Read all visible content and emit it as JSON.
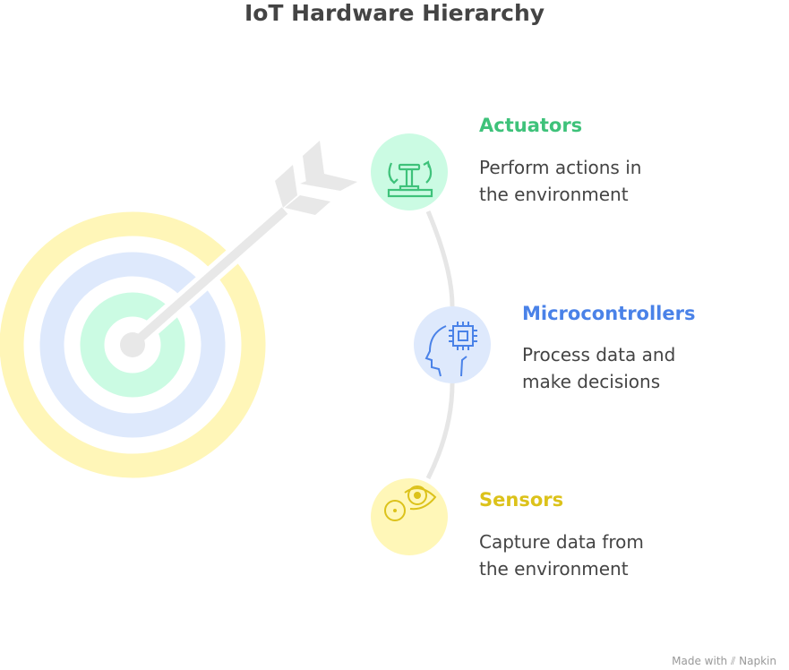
{
  "title": "IoT Hardware Hierarchy",
  "items": [
    {
      "heading": "Actuators",
      "line1": "Perform actions in",
      "line2": "the environment",
      "color": "#3ec27a",
      "icon": "actuator-icon"
    },
    {
      "heading": "Microcontrollers",
      "line1": "Process data and",
      "line2": "make decisions",
      "color": "#4a82e8",
      "icon": "chip-head-icon"
    },
    {
      "heading": "Sensors",
      "line1": "Capture data from",
      "line2": "the environment",
      "color": "#dcc21a",
      "icon": "eye-sensor-icon"
    }
  ],
  "footer": {
    "made_with": "Made with",
    "brand": "Napkin"
  }
}
